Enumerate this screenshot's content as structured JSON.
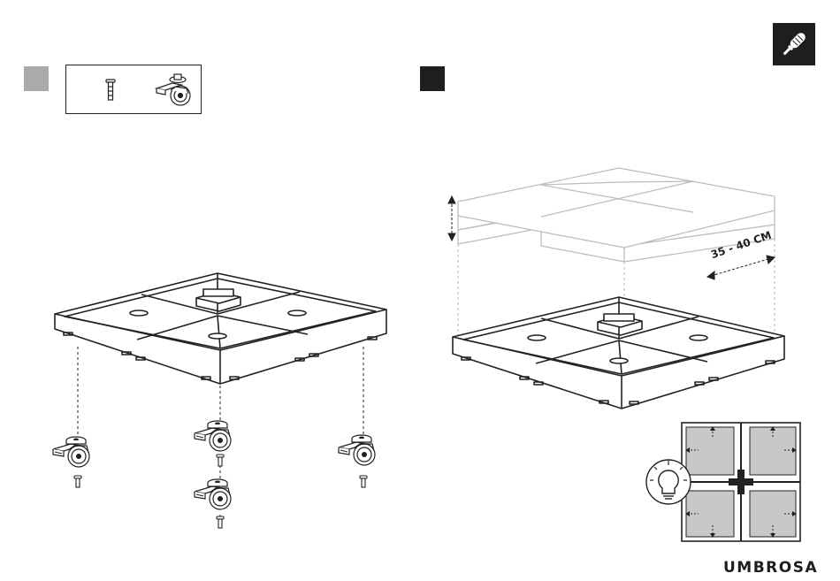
{
  "steps": [
    {
      "id": "step-1",
      "marker_color": "#aaaaaa"
    },
    {
      "id": "step-2",
      "marker_color": "#1e1e1e"
    }
  ],
  "parts": [
    "screw-icon",
    "caster-wheel-icon"
  ],
  "tool": {
    "icon": "screwdriver-icon",
    "color": "#1e1e1e"
  },
  "dimension_label": "35 - 40 CM",
  "brand": "UMBROSA",
  "tip_icon": "lightbulb-icon"
}
